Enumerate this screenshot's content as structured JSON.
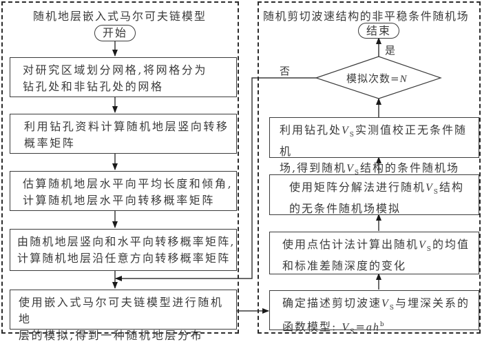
{
  "left_panel": {
    "title": "随机地层嵌入式马尔可夫链模型",
    "start": "开始",
    "steps": [
      {
        "line1": "对研究区域划分网格,将网格分为",
        "line2": "钻孔处和非钻孔处的网格"
      },
      {
        "line1": "利用钻孔资料计算随机地层竖向转移",
        "line2": "概率矩阵"
      },
      {
        "line1": "估算随机地层水平向平均长度和倾角,",
        "line2": "计算随机地层水平向转移概率矩阵"
      },
      {
        "line1": "由随机地层竖向和水平向转移概率矩阵,",
        "line2": "计算随机地层沿任意方向转移概率矩阵"
      },
      {
        "line1": "使用嵌入式马尔可夫链模型进行随机地",
        "line2": "层的模拟,得到一种随机地层分布"
      }
    ]
  },
  "right_panel": {
    "title": "随机剪切波速结构的非平稳条件随机场",
    "end": "结束",
    "decision": {
      "text": "模拟次数=",
      "var": "N",
      "yes": "是",
      "no": "否"
    },
    "steps": [
      {
        "a": "利用钻孔处",
        "v": "V",
        "s": "S",
        "b": "实测值校正无条件随机",
        "line2a": "场,得到随机",
        "line2b": "结构的条件随机场"
      },
      {
        "a": "使用矩阵分解法进行随机",
        "v": "V",
        "s": "S",
        "b": "结构",
        "line2": "的无条件随机场模拟"
      },
      {
        "a": "使用点估计法计算出随机",
        "v": "V",
        "s": "S",
        "b": "的均值",
        "line2": "和标准差随深度的变化"
      },
      {
        "a": "确定描述剪切波速",
        "v": "V",
        "s": "S",
        "b": "与埋深关系的",
        "line2a": "函数模型:",
        "eq_a": "a",
        "eq_h": "h",
        "eq_exp": "b"
      }
    ]
  }
}
